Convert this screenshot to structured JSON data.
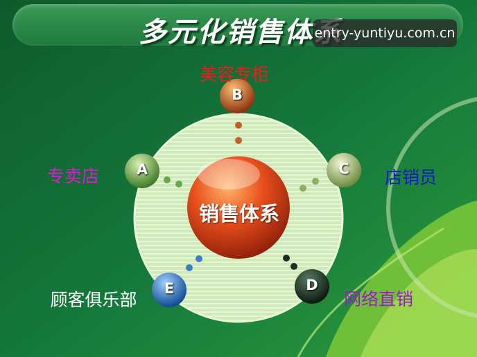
{
  "title": "多元化销售体系",
  "watermark": "entry-yuntiyu.com.cn",
  "center": "销售体系",
  "nodes": [
    {
      "letter": "A",
      "label": "专卖店",
      "color": "#e018d8"
    },
    {
      "letter": "B",
      "label": "美容专柜",
      "color": "#e8201c"
    },
    {
      "letter": "C",
      "label": "店销员",
      "color": "#1018c8"
    },
    {
      "letter": "D",
      "label": "网络直销",
      "color": "#9a1cc8"
    },
    {
      "letter": "E",
      "label": "顾客俱乐部",
      "color": "#ffffff"
    }
  ]
}
